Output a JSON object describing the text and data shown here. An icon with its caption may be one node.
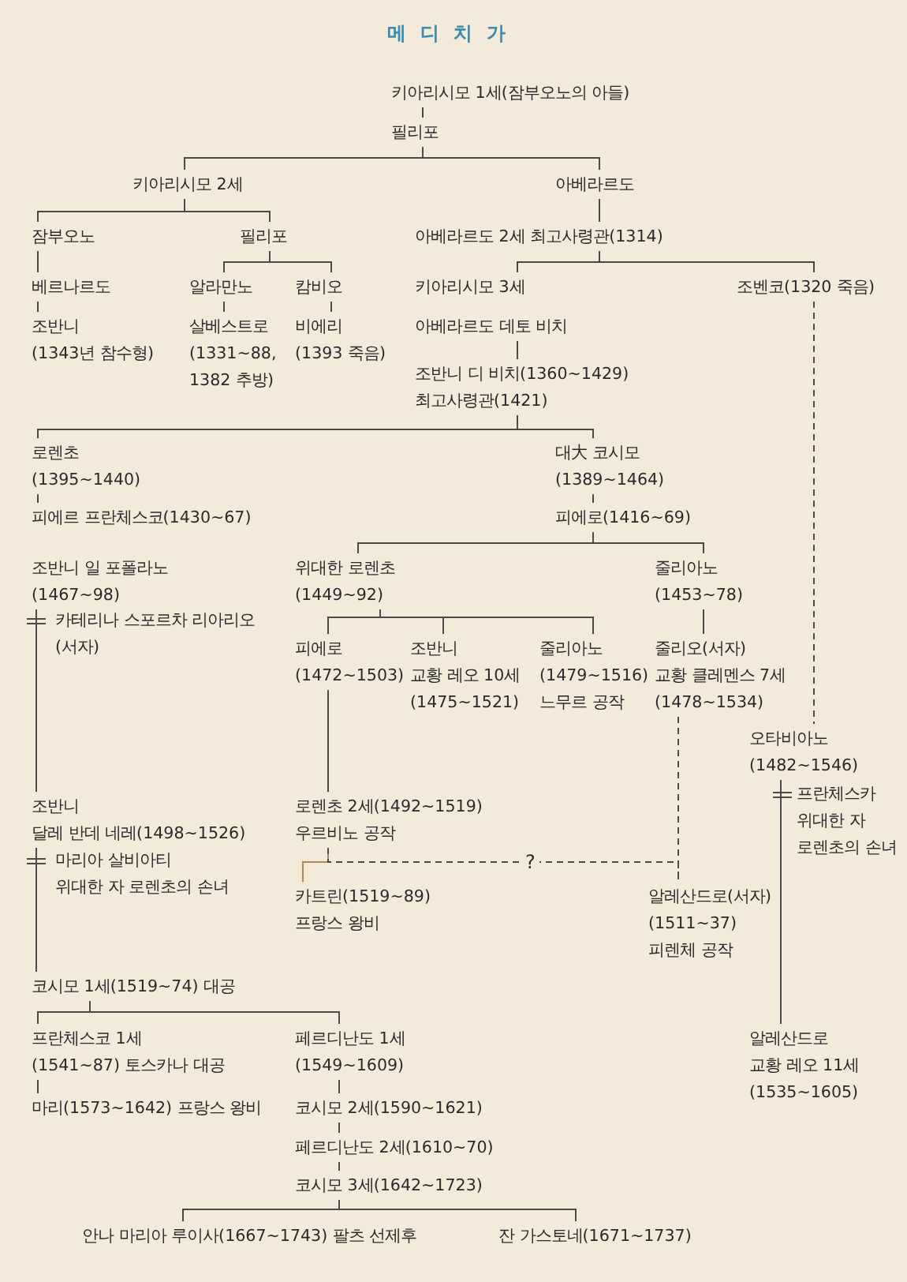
{
  "diagram": {
    "title": "메디치가",
    "nodes": [
      {
        "text": [
          "키아리시모 1세(잠부오노의 아들)"
        ]
      },
      {
        "text": [
          "필리포"
        ]
      },
      {
        "text": [
          "키아리시모 2세"
        ]
      },
      {
        "text": [
          "아베라르도"
        ]
      },
      {
        "text": [
          "잠부오노"
        ]
      },
      {
        "text": [
          "필리포"
        ]
      },
      {
        "text": [
          "아베라르도 2세 최고사령관(1314)"
        ]
      },
      {
        "text": [
          "베르나르도"
        ]
      },
      {
        "text": [
          "알라만노"
        ]
      },
      {
        "text": [
          "캄비오"
        ]
      },
      {
        "text": [
          "키아리시모 3세"
        ]
      },
      {
        "text": [
          "조벤코(1320 죽음)"
        ]
      },
      {
        "text": [
          "조반니",
          "(1343년 참수형)"
        ]
      },
      {
        "text": [
          "살베스트로",
          "(1331~88, 1382 추방)"
        ]
      },
      {
        "text": [
          "비에리",
          "(1393 죽음)"
        ]
      },
      {
        "text": [
          "아베라르도 데토 비치"
        ]
      },
      {
        "text": [
          "조반니 디 비치(1360~1429)",
          "최고사령관(1421)"
        ]
      },
      {
        "text": [
          "로렌초",
          "(1395~1440)"
        ]
      },
      {
        "text": [
          "대大 코시모",
          "(1389~1464)"
        ]
      },
      {
        "text": [
          "피에르 프란체스코(1430~67)"
        ]
      },
      {
        "text": [
          "피에로(1416~69)"
        ]
      },
      {
        "text": [
          "조반니 일 포폴라노",
          "(1467~98)"
        ]
      },
      {
        "text": [
          "카테리나 스포르차 리아리오",
          "(서자)"
        ]
      },
      {
        "text": [
          "위대한 로렌초",
          "(1449~92)"
        ]
      },
      {
        "text": [
          "줄리아노",
          "(1453~78)"
        ]
      },
      {
        "text": [
          "피에로",
          "(1472~1503)"
        ]
      },
      {
        "text": [
          "조반니",
          "교황 레오 10세",
          "(1475~1521)"
        ]
      },
      {
        "text": [
          "줄리아노",
          "(1479~1516)",
          "느무르 공작"
        ]
      },
      {
        "text": [
          "줄리오(서자)",
          "교황 클레멘스 7세",
          "(1478~1534)"
        ]
      },
      {
        "text": [
          "오타비아노",
          "(1482~1546)"
        ]
      },
      {
        "text": [
          "프란체스카",
          "위대한 자",
          "로렌초의 손녀"
        ]
      },
      {
        "text": [
          "조반니",
          "달레 반데 네레(1498~1526)"
        ]
      },
      {
        "text": [
          "마리아 살비아티",
          "위대한 자 로렌초의 손녀"
        ]
      },
      {
        "text": [
          "로렌초 2세(1492~1519)",
          "우르비노 공작"
        ]
      },
      {
        "text": [
          "카트린(1519~89)",
          "프랑스 왕비"
        ]
      },
      {
        "text": [
          "알레산드로(서자)",
          "(1511~37)",
          "피렌체 공작"
        ]
      },
      {
        "text": [
          "코시모 1세(1519~74) 대공"
        ]
      },
      {
        "text": [
          "프란체스코 1세",
          "(1541~87) 토스카나 대공"
        ]
      },
      {
        "text": [
          "페르디난도 1세",
          "(1549~1609)"
        ]
      },
      {
        "text": [
          "알레산드로",
          "교황 레오 11세",
          "(1535~1605)"
        ]
      },
      {
        "text": [
          "마리(1573~1642) 프랑스 왕비"
        ]
      },
      {
        "text": [
          "코시모 2세(1590~1621)"
        ]
      },
      {
        "text": [
          "페르디난도 2세(1610~70)"
        ]
      },
      {
        "text": [
          "코시모 3세(1642~1723)"
        ]
      },
      {
        "text": [
          "안나 마리아 루이사(1667~1743) 팔츠 선제후"
        ]
      },
      {
        "text": [
          "잔 가스토네(1671~1737)"
        ]
      }
    ],
    "edges": [
      {
        "from": 0,
        "to": 1,
        "arrow": "none"
      },
      {
        "from": 1,
        "to": 2,
        "arrow": "none"
      },
      {
        "from": 1,
        "to": 3,
        "arrow": "none"
      },
      {
        "from": 2,
        "to": 4,
        "arrow": "none"
      },
      {
        "from": 2,
        "to": 5,
        "arrow": "none"
      },
      {
        "from": 3,
        "to": 6,
        "arrow": "none"
      },
      {
        "from": 4,
        "to": 7,
        "arrow": "none"
      },
      {
        "from": 7,
        "to": 12,
        "arrow": "none"
      },
      {
        "from": 5,
        "to": 8,
        "arrow": "none"
      },
      {
        "from": 5,
        "to": 9,
        "arrow": "none"
      },
      {
        "from": 8,
        "to": 13,
        "arrow": "none"
      },
      {
        "from": 9,
        "to": 14,
        "arrow": "none"
      },
      {
        "from": 6,
        "to": 10,
        "arrow": "none"
      },
      {
        "from": 6,
        "to": 11,
        "arrow": "none"
      },
      {
        "from": 15,
        "to": 16,
        "arrow": "none"
      },
      {
        "from": 16,
        "to": 17,
        "arrow": "none"
      },
      {
        "from": 16,
        "to": 18,
        "arrow": "none"
      },
      {
        "from": 17,
        "to": 19,
        "arrow": "none"
      },
      {
        "from": 18,
        "to": 20,
        "arrow": "none"
      },
      {
        "from": 20,
        "to": 23,
        "arrow": "none"
      },
      {
        "from": 20,
        "to": 24,
        "arrow": "none"
      },
      {
        "from": 23,
        "to": 25,
        "arrow": "none"
      },
      {
        "from": 23,
        "to": 26,
        "arrow": "none"
      },
      {
        "from": 23,
        "to": 27,
        "arrow": "none"
      },
      {
        "from": 24,
        "to": 28,
        "arrow": "none"
      },
      {
        "from": 11,
        "to": 29,
        "arrow": "none",
        "style": "dashed"
      },
      {
        "from": 21,
        "to": 31,
        "arrow": "none"
      },
      {
        "from": 25,
        "to": 33,
        "arrow": "none"
      },
      {
        "from": 33,
        "to": 34,
        "arrow": "none",
        "color": "#b0885a"
      },
      {
        "from": 33,
        "to": 35,
        "arrow": "none",
        "style": "dashed",
        "label": "?"
      },
      {
        "from": 28,
        "to": 35,
        "arrow": "none",
        "style": "dashed"
      },
      {
        "from": 29,
        "to": 39,
        "arrow": "none"
      },
      {
        "from": 31,
        "to": 36,
        "arrow": "none"
      },
      {
        "from": 36,
        "to": 37,
        "arrow": "none"
      },
      {
        "from": 36,
        "to": 38,
        "arrow": "none"
      },
      {
        "from": 37,
        "to": 40,
        "arrow": "none"
      },
      {
        "from": 38,
        "to": 41,
        "arrow": "none"
      },
      {
        "from": 41,
        "to": 42,
        "arrow": "none"
      },
      {
        "from": 42,
        "to": 43,
        "arrow": "none"
      },
      {
        "from": 43,
        "to": 44,
        "arrow": "none"
      },
      {
        "from": 43,
        "to": 45,
        "arrow": "none"
      }
    ]
  }
}
